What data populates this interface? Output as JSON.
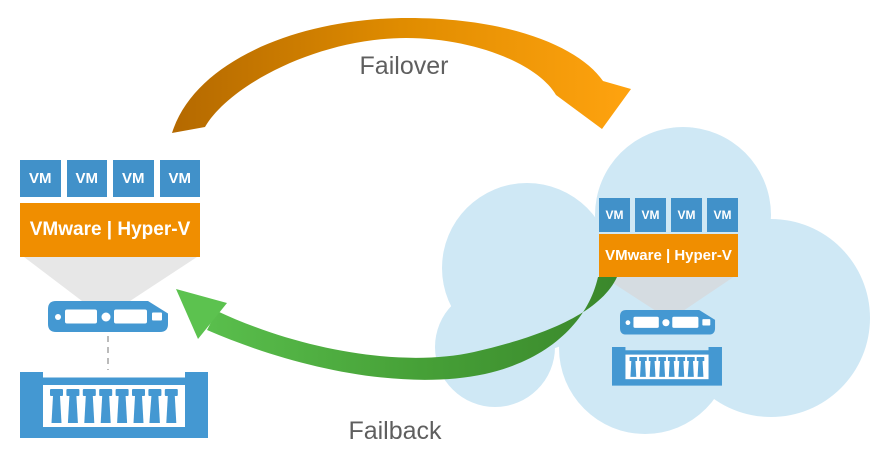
{
  "labels": {
    "failover": "Failover",
    "failback": "Failback"
  },
  "left_stack": {
    "vms": [
      "VM",
      "VM",
      "VM",
      "VM"
    ],
    "platform": "VMware | Hyper-V"
  },
  "right_stack": {
    "vms": [
      "VM",
      "VM",
      "VM",
      "VM"
    ],
    "platform": "VMware | Hyper-V"
  },
  "icons": {
    "server_appliance_icon": "blue-rounded-server-with-drive-bays",
    "storage_array_icon": "blue-disk-shelf-with-8-drive-slots",
    "cloud_icon": "light-blue-overlapping-circles-cloud",
    "funnel_icon": "gray-funnel-from-hypervisor-to-appliance"
  },
  "colors": {
    "vm_blue": "#4191C9",
    "platform_orange": "#F08E00",
    "icon_blue": "#4498D2",
    "cloud_blue": "#CFE8F5",
    "funnel_gray": "#E7E7E7",
    "funnel_gray_cloud": "#D5DCE1",
    "dash_gray": "#BBBBBB",
    "label_gray": "#5F5F5F",
    "failover_start": "#B46900",
    "failover_mid": "#E08C00",
    "failover_end": "#FFA30F",
    "failback_start": "#5CC24F",
    "failback_mid": "#46A037",
    "failback_end": "#3A872B"
  }
}
